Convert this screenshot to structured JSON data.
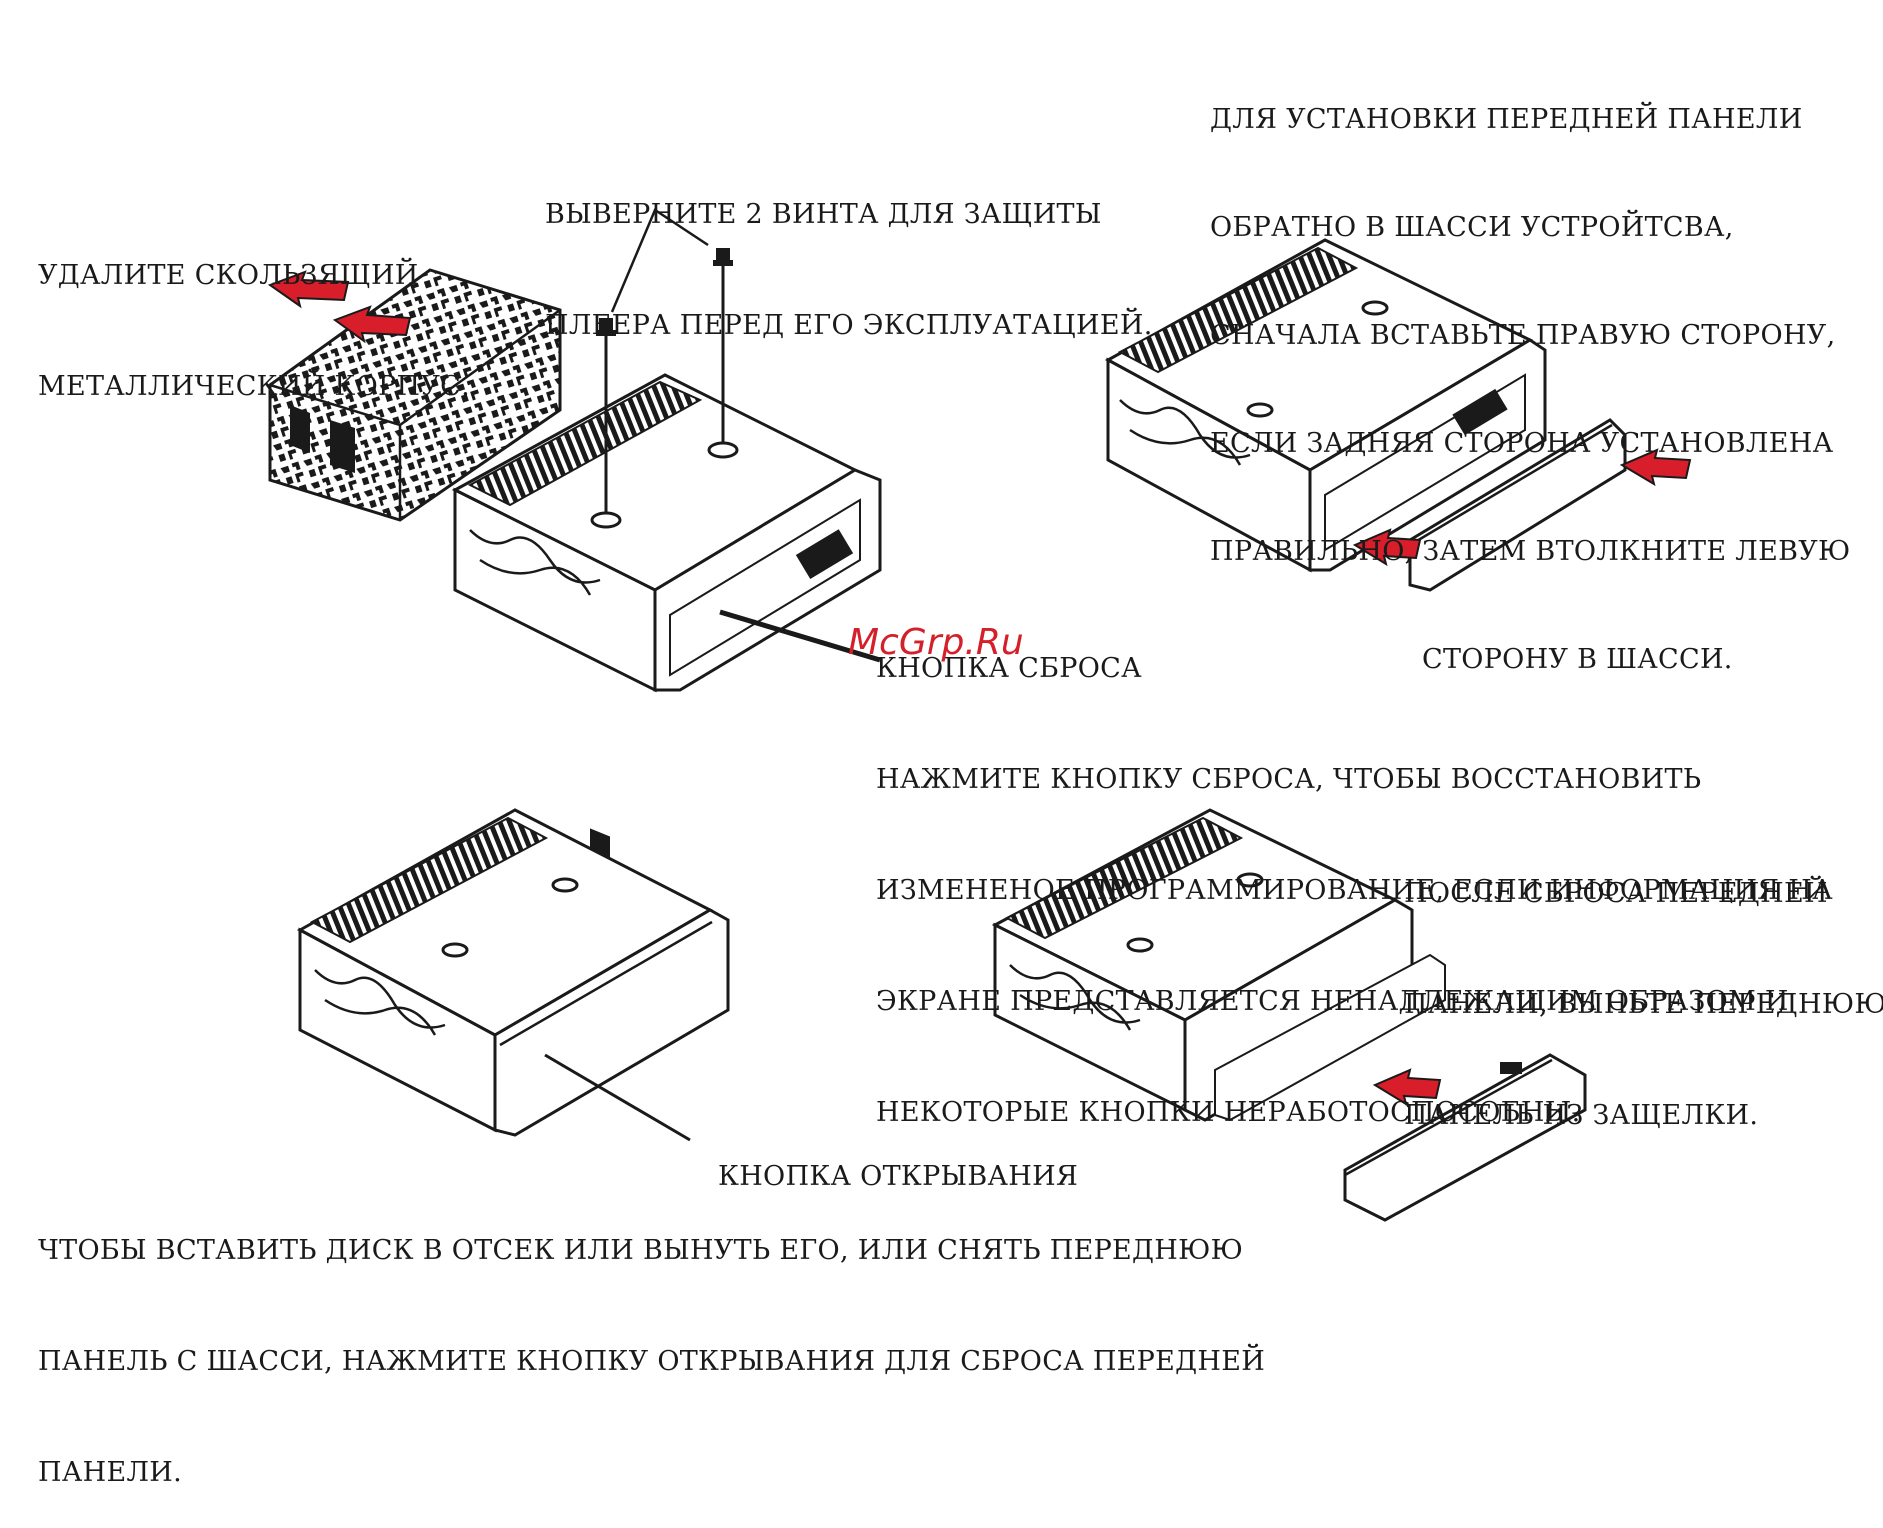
{
  "captions": {
    "remove_housing": [
      "УДАЛИТЕ СКОЛЬЗЯЩИЙ",
      "МЕТАЛЛИЧЕСКИЙ КОРПУС."
    ],
    "unscrew": [
      "ВЫВЕРНИТЕ 2 ВИНТА ДЛЯ ЗАЩИТЫ",
      "ПЛЕЕРА ПЕРЕД ЕГО ЭКСПЛУАТАЦИЕЙ."
    ],
    "install_panel": [
      "ДЛЯ УСТАНОВКИ ПЕРЕДНЕЙ ПАНЕЛИ",
      "ОБРАТНО В ШАССИ УСТРОЙТСВА,",
      "СНАЧАЛА ВСТАВЬТЕ ПРАВУЮ СТОРОНУ,",
      "ЕСЛИ ЗАДНЯЯ СТОРОНА УСТАНОВЛЕНА",
      "ПРАВИЛЬНО, ЗАТЕМ ВТОЛКНИТЕ ЛЕВУЮ",
      "СТОРОНУ В ШАССИ."
    ],
    "reset": [
      "КНОПКА СБРОСА",
      "НАЖМИТЕ КНОПКУ СБРОСА, ЧТОБЫ ВОССТАНОВИТЬ",
      "ИЗМЕНЕНОЕ ПРОГРАММИРОВАНИЕ, ЕСЛИ ИНФОРМАЦИЯ НА",
      "ЭКРАНЕ ПРЕДСТАВЛЯЕТСЯ НЕНАДЛЕЖАЩИМ ОБРАЗОМ И",
      "НЕКОТОРЫЕ КНОПКИ НЕРАБОТОСПОСОБНЫ."
    ],
    "after_reset": [
      "ПОСЛЕ СБРОСА ПЕРЕДНЕЙ",
      "ПАНЕЛИ, ВЫНЬТЕ ПЕРЕДНЮЮ",
      "ПАНЕЛЬ ИЗ ЗАЩЕЛКИ."
    ],
    "open_button": [
      "КНОПКА ОТКРЫВАНИЯ"
    ],
    "insert_disc": [
      "ЧТОБЫ ВСТАВИТЬ ДИСК В ОТСЕК ИЛИ ВЫНУТЬ ЕГО, ИЛИ СНЯТЬ ПЕРЕДНЮЮ",
      "ПАНЕЛЬ С ШАССИ, НАЖМИТЕ КНОПКУ ОТКРЫВАНИЯ ДЛЯ СБРОСА ПЕРЕДНЕЙ",
      "ПАНЕЛИ."
    ]
  },
  "watermark": "McGrp.Ru",
  "colors": {
    "ink": "#1a1a1a",
    "arrow_red": "#d81e2a",
    "watermark": "#d4202a",
    "background": "#ffffff"
  }
}
